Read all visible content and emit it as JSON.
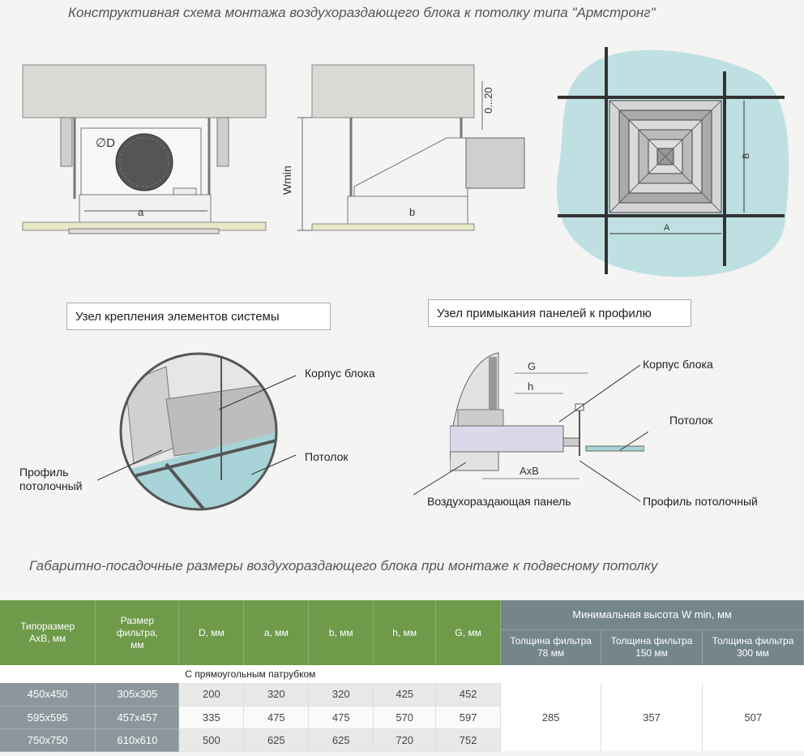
{
  "header": {
    "title": "Конструктивная схема монтажа воздухораздающего блока к потолку типа \"Армстронг\""
  },
  "diagram1": {
    "dim_D": "∅D",
    "dim_a": "a"
  },
  "diagram2": {
    "dim_gap": "0...20",
    "dim_wmin": "Wmin",
    "dim_b": "b"
  },
  "diagram3": {
    "dim_A": "A",
    "dim_B": "B"
  },
  "node1": {
    "title": "Узел крепления элементов системы",
    "label_body": "Корпус блока",
    "label_ceiling": "Потолок",
    "label_profile": "Профиль\nпотолочный"
  },
  "node2": {
    "title": "Узел примыкания панелей к профилю",
    "dim_G": "G",
    "dim_h": "h",
    "dim_AxB": "AxB",
    "label_body": "Корпус блока",
    "label_ceiling": "Потолок",
    "label_panel": "Воздухораздающая панель",
    "label_profile": "Профиль потолочный"
  },
  "table_section": {
    "title": "Габаритно-посадочные размеры воздухораздающего блока при монтаже к подвесному потолку",
    "headers": {
      "size": "Типоразмер\nAxB, мм",
      "filter": "Размер\nфильтра,\nмм",
      "D": "D, мм",
      "a": "a, мм",
      "b": "b, мм",
      "h": "h, мм",
      "G": "G, мм",
      "wmin": "Минимальная высота W min, мм",
      "t78": "Толщина фильтра\n78 мм",
      "t150": "Толщина фильтра\n150 мм",
      "t300": "Толщина фильтра\n300 мм"
    },
    "subheader": "С прямоугольным патрубком",
    "rows": [
      {
        "size": "450x450",
        "filter": "305x305",
        "D": "200",
        "a": "320",
        "b": "320",
        "h": "425",
        "G": "452"
      },
      {
        "size": "595x595",
        "filter": "457x457",
        "D": "335",
        "a": "475",
        "b": "475",
        "h": "570",
        "G": "597"
      },
      {
        "size": "750x750",
        "filter": "610x610",
        "D": "500",
        "a": "625",
        "b": "625",
        "h": "720",
        "G": "752"
      }
    ],
    "wmin_values": {
      "t78": "285",
      "t150": "357",
      "t300": "507"
    }
  },
  "colors": {
    "green_header": "#6e9a4a",
    "slate_header": "#75858c",
    "key_cell": "#8b979c",
    "ceiling_blob": "#bfe0e3"
  }
}
